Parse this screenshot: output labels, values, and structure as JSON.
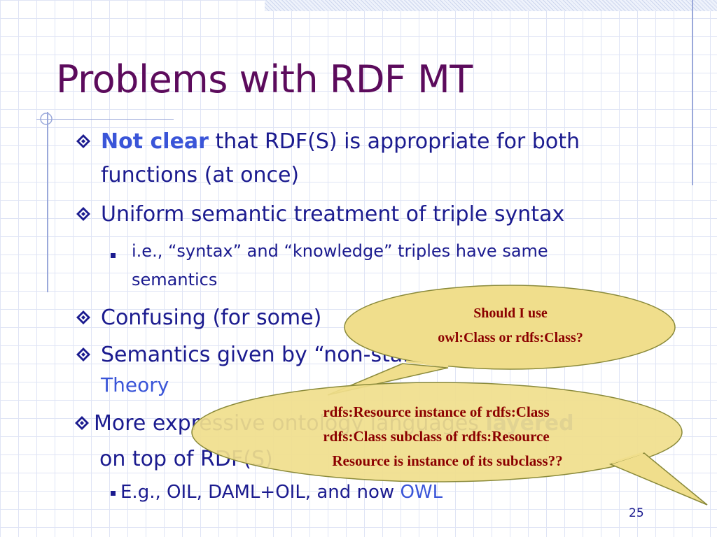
{
  "slide": {
    "title": "Problems with RDF MT",
    "page_number": "25"
  },
  "bullets": {
    "b1_em": "Not clear",
    "b1_rest": " that RDF(S) is appropriate for both",
    "b1_line2": "functions (at once)",
    "b2": "Uniform semantic treatment of triple syntax",
    "b2_sub_line1": "i.e., “syntax” and “knowledge” triples have same",
    "b2_sub_line2": "semantics",
    "b3": "Confusing (for some)",
    "b4_line1": "Semantics given by “non-standard” Model",
    "b4_line2": "Theory",
    "b5_text": "More expressive ontology languages ",
    "b5_em": "layered",
    "b5_line2": "on top of RDF(S)",
    "b5_sub_text": "E.g., OIL, DAML+OIL, and now ",
    "b5_sub_link": "OWL"
  },
  "callout1": {
    "line1": "Should I use",
    "line2": "owl:Class or rdfs:Class?"
  },
  "callout2": {
    "line1": "rdfs:Resource instance of  rdfs:Class",
    "line2": "rdfs:Class subclass of  rdfs:Resource",
    "line3": "Resource is instance of its subclass??"
  },
  "colors": {
    "title": "#5c0b5c",
    "body_text": "#1b1b8f",
    "emphasis": "#3a55d8",
    "callout_fill": "#f0de8c",
    "callout_text": "#8b0000"
  },
  "icons": {
    "bullet_level1": "diamond-bullet-icon",
    "bullet_level2": "square-bullet-icon",
    "corner_mark": "crosshair-icon"
  }
}
